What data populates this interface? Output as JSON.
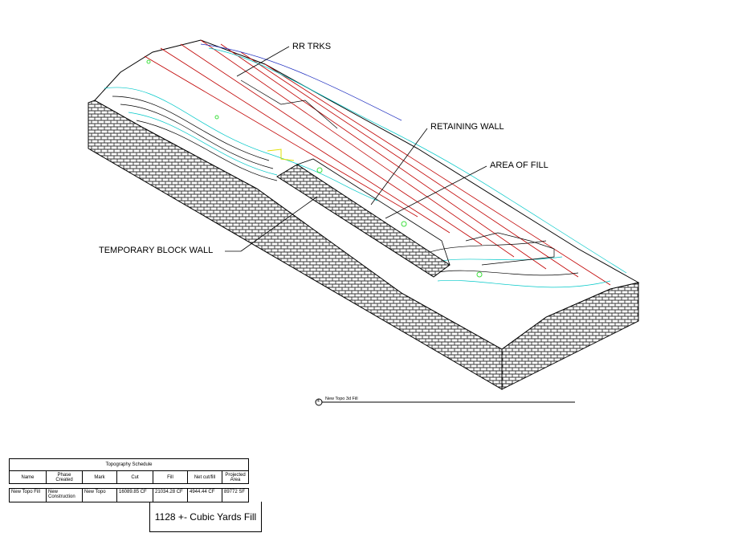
{
  "drawing": {
    "labels": {
      "rr_trks": "RR TRKS",
      "retaining_wall": "RETAINING WALL",
      "area_of_fill": "AREA OF FILL",
      "temporary_block_wall": "TEMPORARY BLOCK WALL"
    },
    "view_title": {
      "number": "4",
      "name": "New Topo 3d Fill"
    },
    "colors": {
      "contour": "#00c8c8",
      "track": "#c00000",
      "highlight": "#40e040",
      "accent": "#e0e000"
    }
  },
  "schedule": {
    "title": "Topography Schedule",
    "columns": [
      "Name",
      "Phase Created",
      "Mark",
      "Cut",
      "Fill",
      "Net cut/fill",
      "Projected Area"
    ],
    "rows": [
      [
        "New Topo Fill",
        "New Construction",
        "New Topo",
        "16089.85 CF",
        "21034.28 CF",
        "4944.44 CF",
        "89772 SF"
      ]
    ]
  },
  "callout": "1128 +- Cubic Yards Fill"
}
